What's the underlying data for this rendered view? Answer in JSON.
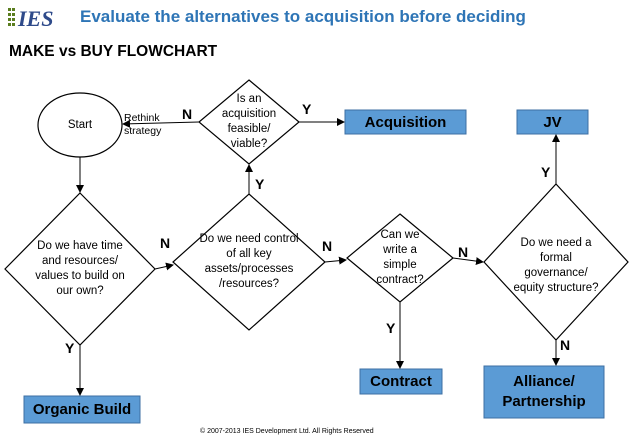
{
  "header": {
    "logo_text": "IES",
    "title": "Evaluate the alternatives to acquisition before deciding",
    "subtitle": "MAKE vs BUY FLOWCHART"
  },
  "nodes": {
    "start": "Start",
    "time_resources": "Do we have time and resources/ values to build on our own?",
    "control": "Do we need control of all key assets/processes /resources?",
    "acquisition_feasible": "Is an acquisition feasible/ viable?",
    "simple_contract": "Can we write a simple contract?",
    "formal_governance": "Do we need a formal governance/ equity structure?",
    "acquisition": "Acquisition",
    "jv": "JV",
    "contract": "Contract",
    "alliance": "Alliance/ Partnership",
    "organic": "Organic Build"
  },
  "edge_labels": {
    "rethink": "Rethink strategy",
    "n_rethink": "N",
    "y_acquisition": "Y",
    "y_control_up": "Y",
    "n_time": "N",
    "n_control": "N",
    "n_contract": "N",
    "y_contract": "Y",
    "y_jv": "Y",
    "n_alliance": "N",
    "y_organic": "Y"
  },
  "colors": {
    "accent": "#2e75b6",
    "box_fill": "#5b9bd5",
    "stroke": "#000000"
  },
  "footer": {
    "copyright": "© 2007-2013 IES Development Ltd.  All Rights Reserved"
  }
}
